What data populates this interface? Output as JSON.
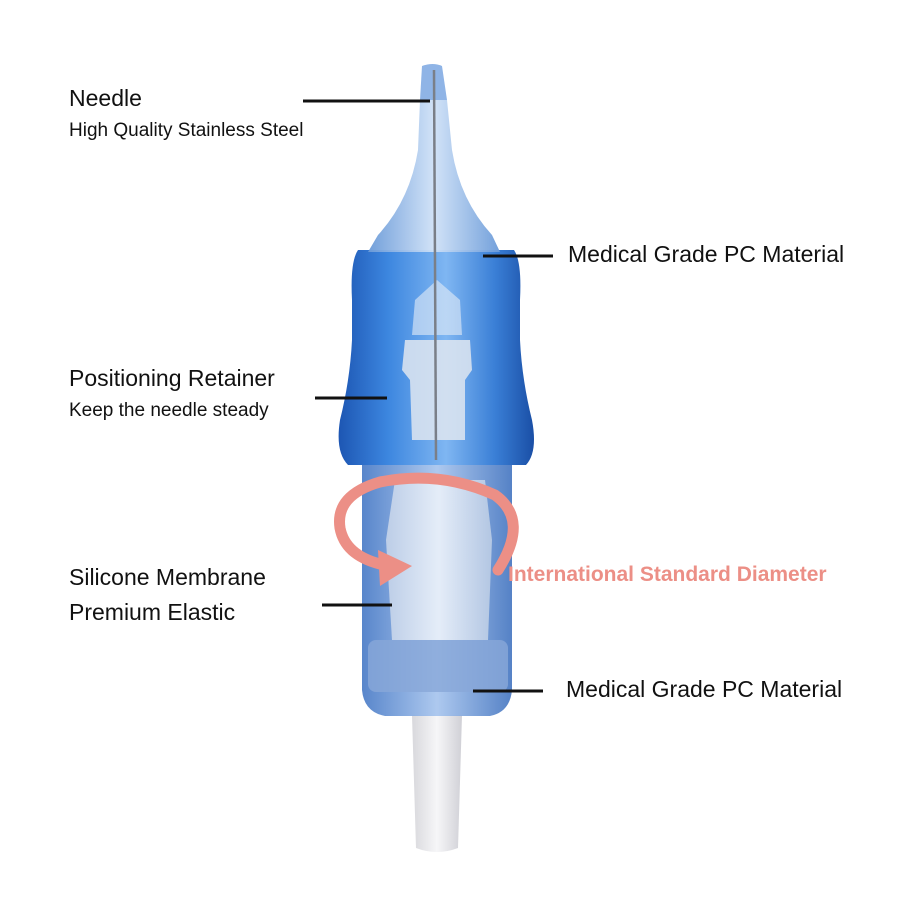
{
  "colors": {
    "background": "#ffffff",
    "text": "#111111",
    "accent": "#ec8f86",
    "body_blue": "#2f6fc7",
    "leader": "#111111"
  },
  "labels": {
    "needle": {
      "title": "Needle",
      "sub": "High Quality Stainless Steel"
    },
    "pc_top": {
      "title": "Medical Grade PC Material"
    },
    "retainer": {
      "title": "Positioning Retainer",
      "sub": "Keep the needle steady"
    },
    "membrane": {
      "title": "Silicone Membrane",
      "sub": "Premium Elastic"
    },
    "diameter": {
      "title": "International Standard Diameter"
    },
    "pc_bottom": {
      "title": "Medical Grade PC Material"
    }
  }
}
